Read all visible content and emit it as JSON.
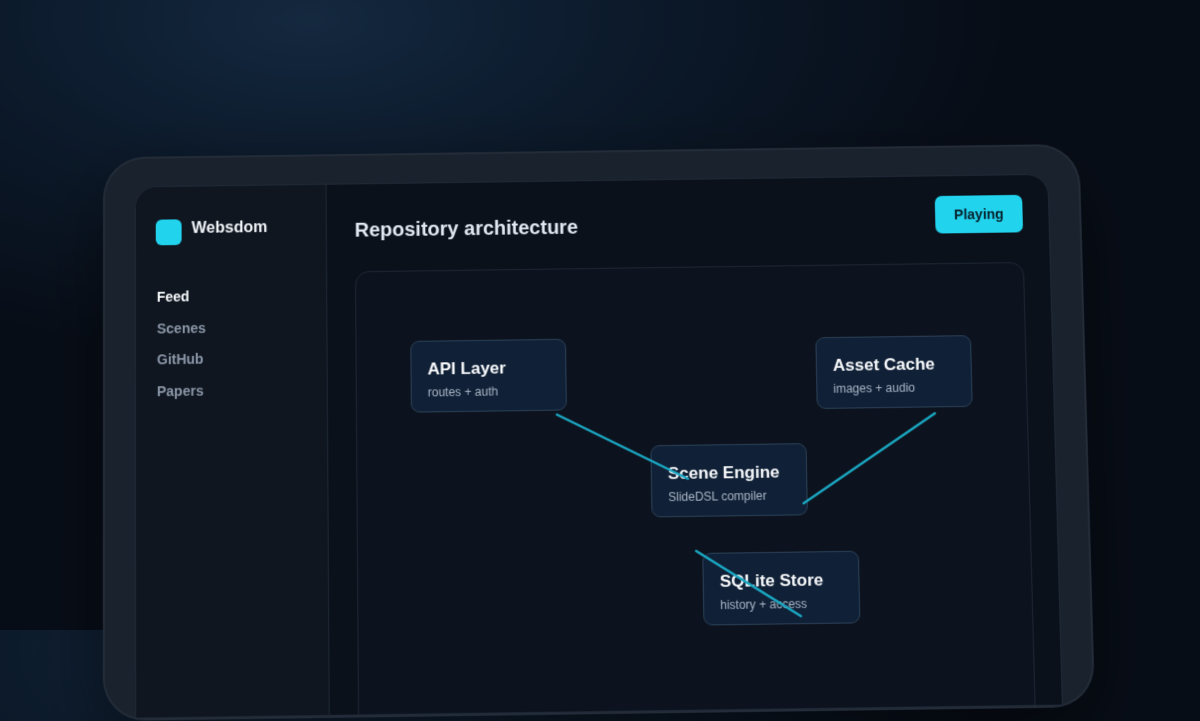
{
  "app": {
    "name": "Websdom"
  },
  "sidebar": {
    "items": [
      {
        "label": "Feed",
        "active": true
      },
      {
        "label": "Scenes",
        "active": false
      },
      {
        "label": "GitHub",
        "active": false
      },
      {
        "label": "Papers",
        "active": false
      }
    ]
  },
  "header": {
    "title": "Repository architecture",
    "status_label": "Playing"
  },
  "diagram": {
    "nodes": [
      {
        "id": "api",
        "title": "API Layer",
        "subtitle": "routes + auth"
      },
      {
        "id": "cache",
        "title": "Asset Cache",
        "subtitle": "images + audio"
      },
      {
        "id": "engine",
        "title": "Scene Engine",
        "subtitle": "SlideDSL compiler"
      },
      {
        "id": "store",
        "title": "SQLite Store",
        "subtitle": "history + access"
      }
    ],
    "edges": [
      {
        "from": "api",
        "to": "engine"
      },
      {
        "from": "cache",
        "to": "engine"
      },
      {
        "from": "engine",
        "to": "store"
      }
    ]
  },
  "colors": {
    "accent": "#22d3ee",
    "edge": "#1aa7c2",
    "background": "#070d17",
    "node_fill": "#102036"
  }
}
